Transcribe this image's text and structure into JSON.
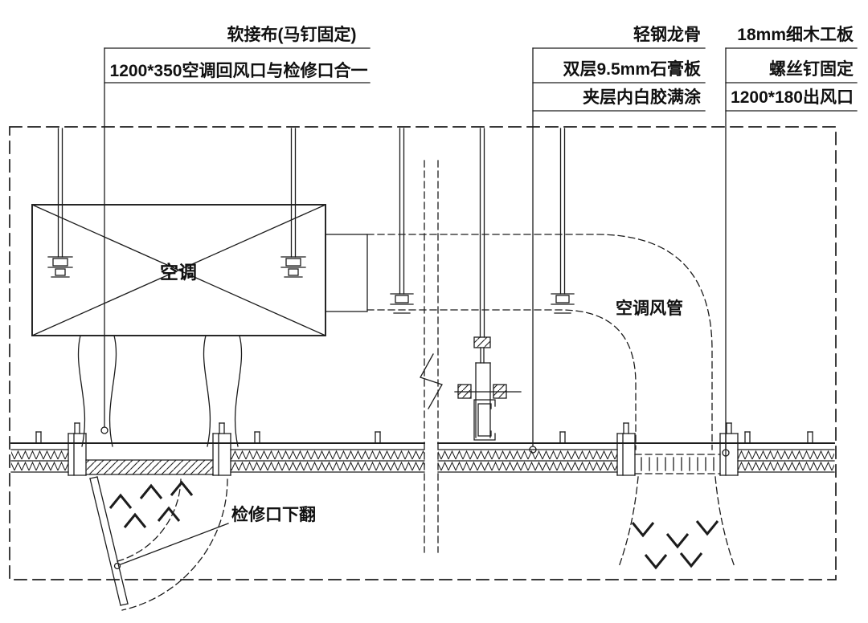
{
  "callouts": {
    "soft_cloth": "软接布(马钉固定)",
    "return_vent": "1200*350空调回风口与检修口合一",
    "steel_keel": "轻钢龙骨",
    "gypsum_board": "双层9.5mm石膏板",
    "white_glue": "夹层内白胶满涂",
    "blockboard": "18mm细木工板",
    "screws": "螺丝钉固定",
    "air_outlet": "1200*180出风口"
  },
  "annotations": {
    "ac_unit": "空调",
    "ac_duct": "空调风管",
    "access_flip": "检修口下翻"
  },
  "colors": {
    "line": "#1c1c1c",
    "ink": "#111111",
    "background": "#ffffff"
  }
}
